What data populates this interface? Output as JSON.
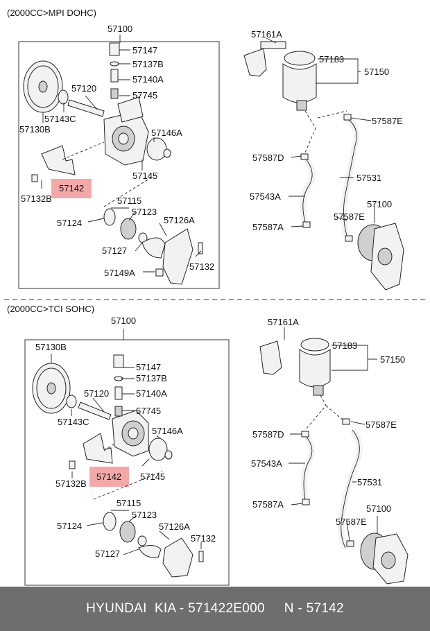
{
  "sections": [
    {
      "title": "(2000CC>MPI DOHC)",
      "labels": {
        "p57100": "57100",
        "p57147": "57147",
        "p57137B": "57137B",
        "p57140A": "57140A",
        "p57120": "57120",
        "p57745": "57745",
        "p57143C": "57143C",
        "p57130B": "57130B",
        "p57146A": "57146A",
        "p57142": "57142",
        "p57132B": "57132B",
        "p57145": "57145",
        "p57115": "57115",
        "p57123": "57123",
        "p57124": "57124",
        "p57126A": "57126A",
        "p57127": "57127",
        "p57132": "57132",
        "p57149A": "57149A",
        "p57161A": "57161A",
        "p57183": "57183",
        "p57150": "57150",
        "p57587E": "57587E",
        "p57587D": "57587D",
        "p57531": "57531",
        "p57543A": "57543A",
        "p57100r": "57100",
        "p57587E2": "57587E",
        "p57587A": "57587A"
      }
    },
    {
      "title": "(2000CC>TCI SOHC)",
      "labels": {
        "p57100": "57100",
        "p57130B": "57130B",
        "p57147": "57147",
        "p57137B": "57137B",
        "p57120": "57120",
        "p57140A": "57140A",
        "p57745": "57745",
        "p57143C": "57143C",
        "p57146A": "57146A",
        "p57142": "57142",
        "p57132B": "57132B",
        "p57145": "57145",
        "p57115": "57115",
        "p57124": "57124",
        "p57123": "57123",
        "p57126A": "57126A",
        "p57132": "57132",
        "p57127": "57127",
        "p57161A": "57161A",
        "p57183": "57183",
        "p57150": "57150",
        "p57587E": "57587E",
        "p57587D": "57587D",
        "p57543A": "57543A",
        "p57531": "57531",
        "p57587A": "57587A",
        "p57100r": "57100",
        "p57587E2": "57587E"
      }
    }
  ],
  "footer": "HYUNDAI  KIA - 571422E000     N - 57142",
  "colors": {
    "highlight": "#f29a9a",
    "footer_bg": "#6e6e6e",
    "footer_text": "#ffffff"
  }
}
